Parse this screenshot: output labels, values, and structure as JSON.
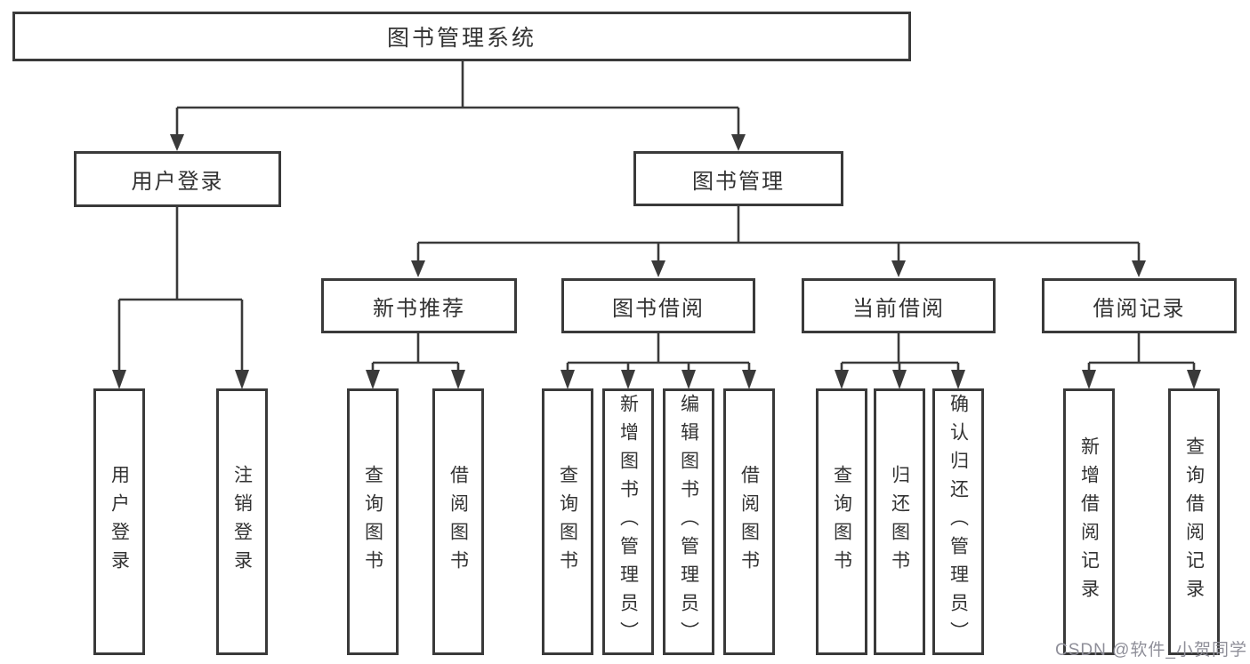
{
  "diagram": {
    "root": {
      "label": "图书管理系统"
    },
    "level2": [
      {
        "label": "用户登录"
      },
      {
        "label": "图书管理"
      }
    ],
    "level3": [
      {
        "label": "新书推荐",
        "parent": "图书管理"
      },
      {
        "label": "图书借阅",
        "parent": "图书管理"
      },
      {
        "label": "当前借阅",
        "parent": "图书管理"
      },
      {
        "label": "借阅记录",
        "parent": "图书管理"
      }
    ],
    "level4": [
      {
        "label": "用户登录",
        "parent": "用户登录"
      },
      {
        "label": "注销登录",
        "parent": "用户登录"
      },
      {
        "label": "查询图书",
        "parent": "新书推荐"
      },
      {
        "label": "借阅图书",
        "parent": "新书推荐"
      },
      {
        "label": "查询图书",
        "parent": "图书借阅"
      },
      {
        "label": "新增图书（管理员）",
        "parent": "图书借阅"
      },
      {
        "label": "编辑图书（管理员）",
        "parent": "图书借阅"
      },
      {
        "label": "借阅图书",
        "parent": "图书借阅"
      },
      {
        "label": "查询图书",
        "parent": "当前借阅"
      },
      {
        "label": "归还图书",
        "parent": "当前借阅"
      },
      {
        "label": "确认归还（管理员）",
        "parent": "当前借阅"
      },
      {
        "label": "新增借阅记录",
        "parent": "借阅记录"
      },
      {
        "label": "查询借阅记录",
        "parent": "借阅记录"
      }
    ]
  },
  "watermark": {
    "text": "CSDN @软件_小贺同学"
  },
  "colors": {
    "line": "#3a3a3a",
    "box_border": "#3a3a3a",
    "text": "#333333",
    "watermark": "#8f8f99",
    "background": "#ffffff"
  }
}
